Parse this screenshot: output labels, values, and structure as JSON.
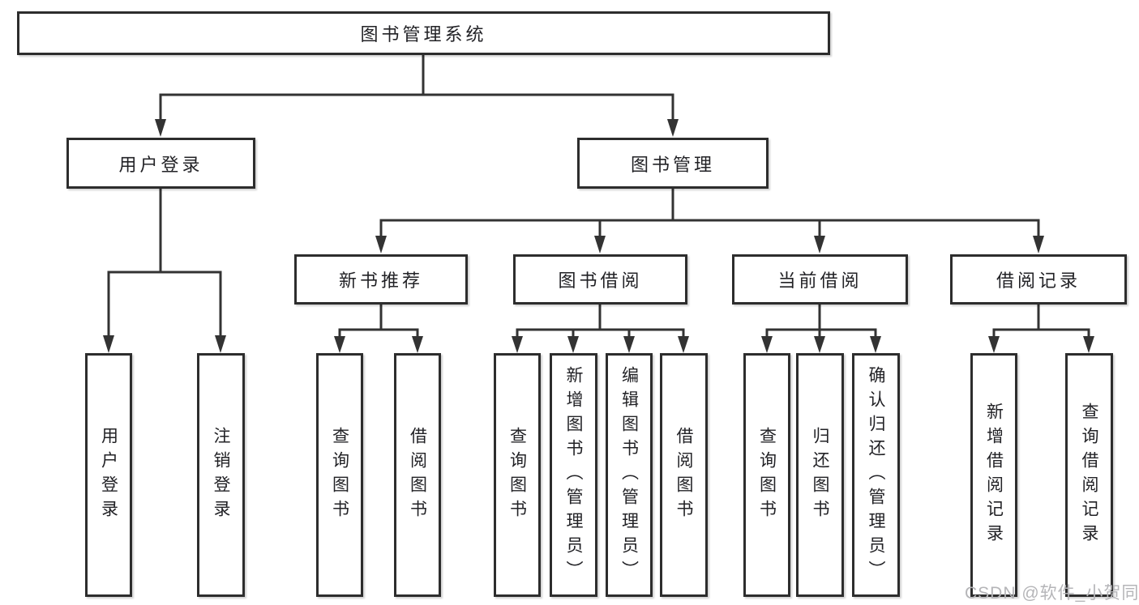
{
  "diagram": {
    "root": "图书管理系统",
    "level2": [
      {
        "label": "用户登录"
      },
      {
        "label": "图书管理"
      }
    ],
    "level3": [
      {
        "label": "新书推荐"
      },
      {
        "label": "图书借阅"
      },
      {
        "label": "当前借阅"
      },
      {
        "label": "借阅记录"
      }
    ],
    "leaves": {
      "user": [
        "用户登录",
        "注销登录"
      ],
      "recommend": [
        "查询图书",
        "借阅图书"
      ],
      "borrow": [
        "查询图书",
        "新增图书（管理员）",
        "编辑图书（管理员）",
        "借阅图书"
      ],
      "current": [
        "查询图书",
        "归还图书",
        "确认归还（管理员）"
      ],
      "records": [
        "新增借阅记录",
        "查询借阅记录"
      ]
    }
  },
  "watermark": "CSDN @软件_小贺同学",
  "colors": {
    "line": "#333333",
    "box_border": "#2d2d2d",
    "text": "#222226",
    "watermark": "#b5b5b8",
    "background": "#ffffff"
  }
}
